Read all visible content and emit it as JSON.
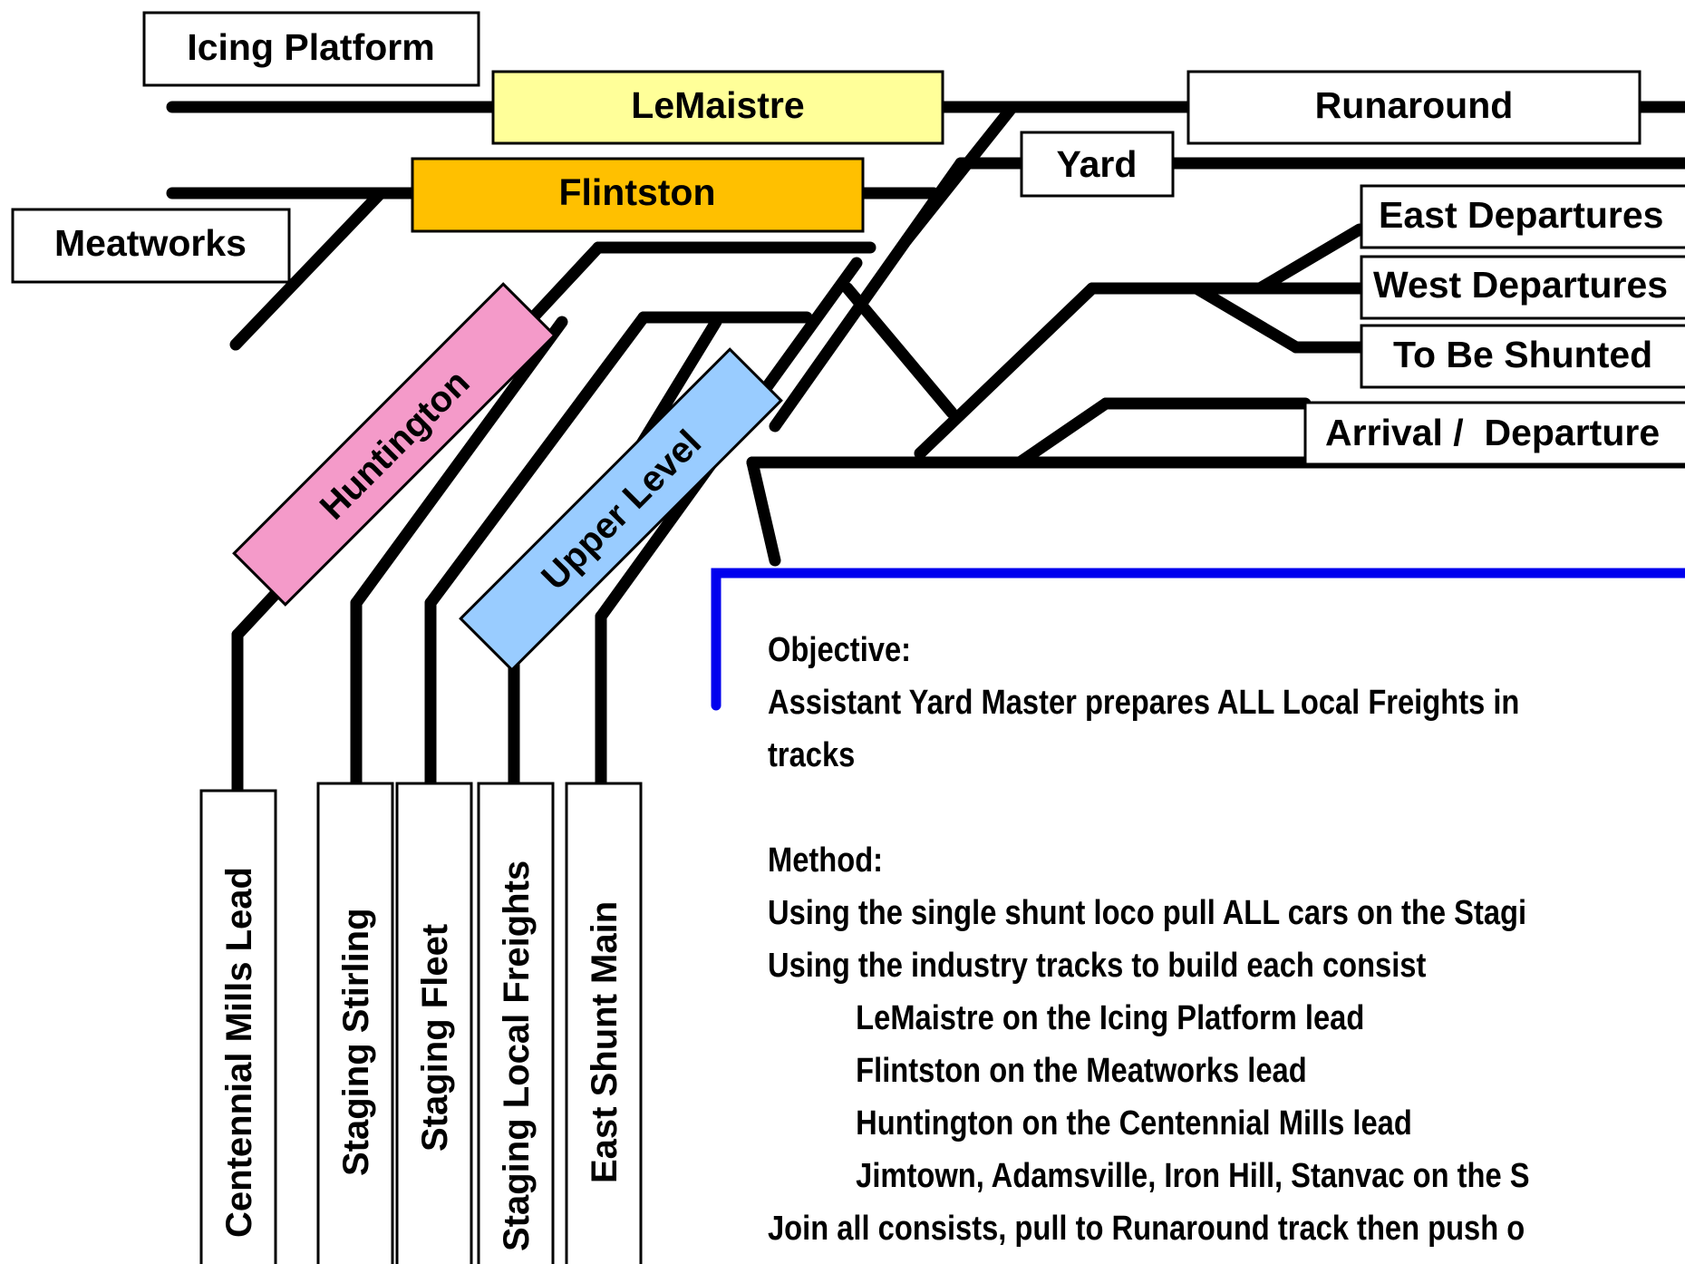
{
  "labels": {
    "icing_platform": "Icing Platform",
    "lemaistre": "LeMaistre",
    "runaround": "Runaround",
    "yard": "Yard",
    "flintston": "Flintston",
    "meatworks": "Meatworks",
    "east_departures": "East Departures",
    "west_departures": "West Departures",
    "to_be_shunted": "To Be Shunted",
    "arrival_departure": "Arrival /  Departure",
    "huntington": "Huntington",
    "upper_level": "Upper Level",
    "centennial_mills_lead": "Centennial Mills Lead",
    "staging_stirling": "Staging Stirling",
    "staging_fleet": "Staging Fleet",
    "staging_local_freights": "Staging Local Freights",
    "east_shunt_main": "East Shunt Main"
  },
  "colors": {
    "lemaistre": "#ffff99",
    "flintston": "#ffc000",
    "huntington": "#f49ac9",
    "upper_level": "#99ccff",
    "notes_bracket": "#0000ee",
    "track": "#000000"
  },
  "notes": {
    "objective_heading": "Objective:",
    "objective_line1": "Assistant Yard Master prepares ALL Local Freights in",
    "objective_line2": "tracks",
    "method_heading": "Method:",
    "method_line1": "Using the single shunt loco pull ALL cars on the Stagi",
    "method_line2": "Using the industry tracks to build each consist",
    "method_line3": "LeMaistre on the Icing Platform lead",
    "method_line4": "Flintston on the Meatworks lead",
    "method_line5": "Huntington on the Centennial Mills lead",
    "method_line6": "Jimtown, Adamsville, Iron Hill, Stanvac on the S",
    "method_line7": "Join all consists, pull to Runaround track then push o"
  }
}
